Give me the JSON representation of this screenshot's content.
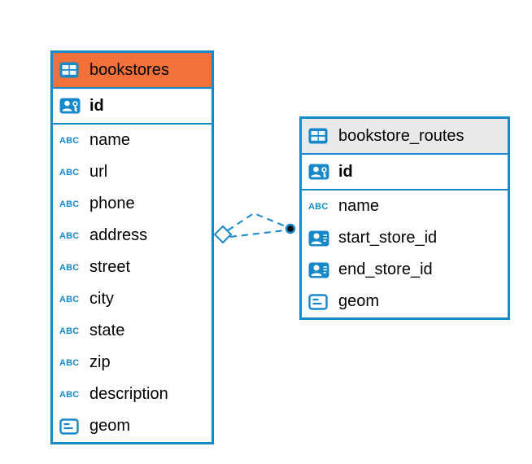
{
  "icons": {
    "text_type_label": "ABC"
  },
  "colors": {
    "accent_blue": "#1788c9",
    "selected_header_orange": "#f2703a",
    "header_gray": "#e9e9e9",
    "endpoint_dot": "#0b0b0b"
  },
  "tables": [
    {
      "name": "bookstores",
      "primary_key": {
        "name": "id",
        "type": "pk"
      },
      "columns": [
        {
          "name": "name",
          "type": "text"
        },
        {
          "name": "url",
          "type": "text"
        },
        {
          "name": "phone",
          "type": "text"
        },
        {
          "name": "address",
          "type": "text"
        },
        {
          "name": "street",
          "type": "text"
        },
        {
          "name": "city",
          "type": "text"
        },
        {
          "name": "state",
          "type": "text"
        },
        {
          "name": "zip",
          "type": "text"
        },
        {
          "name": "description",
          "type": "text"
        },
        {
          "name": "geom",
          "type": "geometry"
        }
      ]
    },
    {
      "name": "bookstore_routes",
      "primary_key": {
        "name": "id",
        "type": "pk"
      },
      "columns": [
        {
          "name": "name",
          "type": "text"
        },
        {
          "name": "start_store_id",
          "type": "reference"
        },
        {
          "name": "end_store_id",
          "type": "reference"
        },
        {
          "name": "geom",
          "type": "geometry"
        }
      ]
    }
  ],
  "relationship": {
    "from_table": "bookstores",
    "to_table": "bookstore_routes",
    "line_style": "dashed"
  }
}
